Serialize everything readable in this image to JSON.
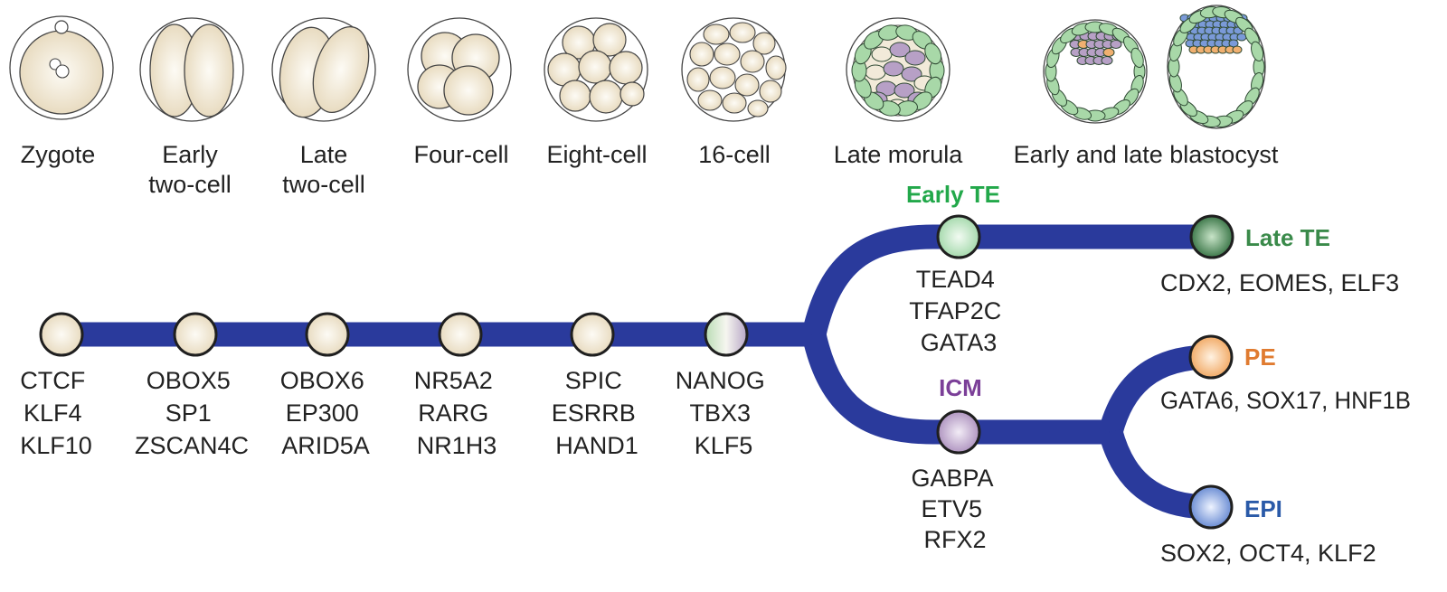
{
  "stages": [
    {
      "label_lines": [
        "Zygote"
      ]
    },
    {
      "label_lines": [
        "Early",
        "two-cell"
      ]
    },
    {
      "label_lines": [
        "Late",
        "two-cell"
      ]
    },
    {
      "label_lines": [
        "Four-cell"
      ]
    },
    {
      "label_lines": [
        "Eight-cell"
      ]
    },
    {
      "label_lines": [
        "16-cell"
      ]
    },
    {
      "label_lines": [
        "Late morula"
      ]
    },
    {
      "label_lines": [
        "Early and late blastocyst"
      ]
    }
  ],
  "trunk_nodes": [
    {
      "genes": [
        "CTCF",
        "KLF4",
        "KLF10"
      ]
    },
    {
      "genes": [
        "OBOX5",
        "SP1",
        "ZSCAN4C"
      ]
    },
    {
      "genes": [
        "OBOX6",
        "EP300",
        "ARID5A"
      ]
    },
    {
      "genes": [
        "NR5A2",
        "RARG",
        "NR1H3"
      ]
    },
    {
      "genes": [
        "SPIC",
        "ESRRB",
        "HAND1"
      ]
    },
    {
      "genes": [
        "NANOG",
        "TBX3",
        "KLF5"
      ]
    }
  ],
  "lineages": {
    "early_te": {
      "name": "Early TE",
      "color": "#22a84a",
      "genes": [
        "TEAD4",
        "TFAP2C",
        "GATA3"
      ]
    },
    "late_te": {
      "name": "Late TE",
      "color": "#3a8a4a",
      "genes": [
        "CDX2, EOMES, ELF3"
      ]
    },
    "icm": {
      "name": "ICM",
      "color": "#7b3f98",
      "genes": [
        "GABPA",
        "ETV5",
        "RFX2"
      ]
    },
    "pe": {
      "name": "PE",
      "color": "#e07b30",
      "genes": [
        "GATA6, SOX17, HNF1B"
      ]
    },
    "epi": {
      "name": "EPI",
      "color": "#2a5aa8",
      "genes": [
        "SOX2, OCT4, KLF2"
      ]
    }
  },
  "colors": {
    "path": "#2a3a9c",
    "cell_fill": "#f2ead9",
    "cell_stroke": "#4a4a4a",
    "te_cell": "#a8d8a8",
    "icm_cell": "#b7a0c6",
    "pe_cell": "#f0b070",
    "epi_cell": "#7a9ad8"
  }
}
